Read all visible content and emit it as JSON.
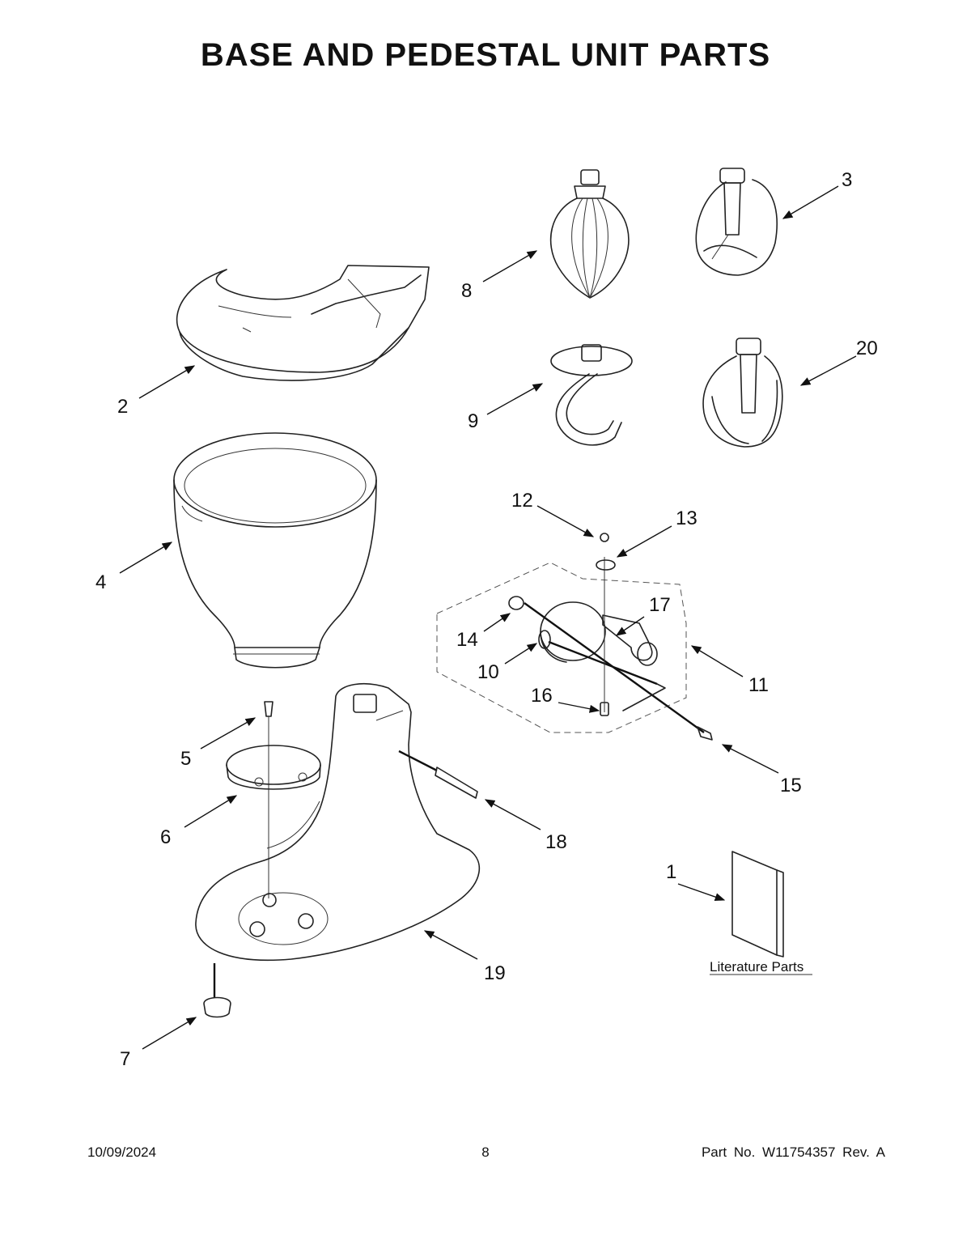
{
  "title": "BASE AND PEDESTAL UNIT PARTS",
  "callouts": [
    "1",
    "2",
    "3",
    "4",
    "5",
    "6",
    "7",
    "8",
    "9",
    "10",
    "11",
    "12",
    "13",
    "14",
    "15",
    "16",
    "17",
    "18",
    "19",
    "20"
  ],
  "literature_label": "Literature Parts",
  "footer": {
    "date": "10/09/2024",
    "page": "8",
    "part_number": "Part No.  W11754357  Rev.  A"
  }
}
